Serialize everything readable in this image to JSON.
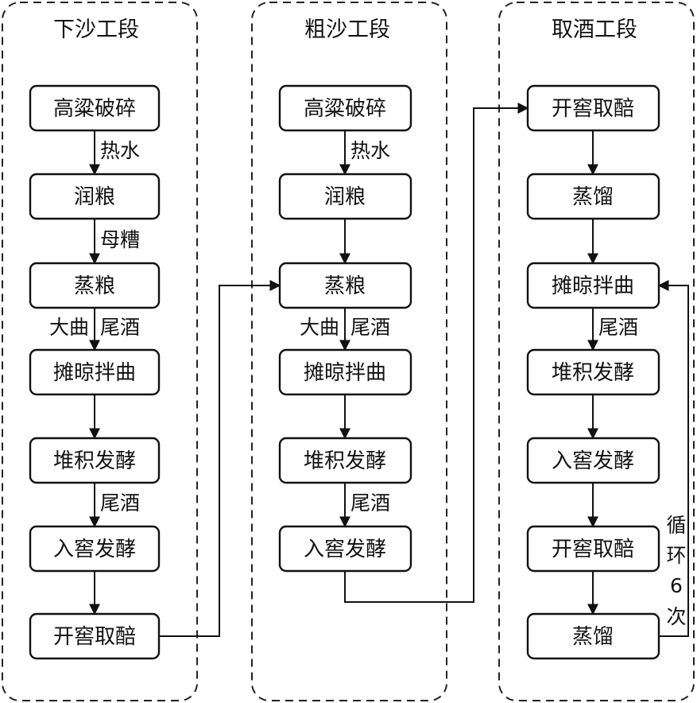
{
  "stages": [
    {
      "title": "下沙工段",
      "nodes": [
        "高粱破碎",
        "润粮",
        "蒸粮",
        "摊晾拌曲",
        "堆积发酵",
        "入窖发酵",
        "开窖取醅"
      ],
      "annotations": [
        {
          "text": "热水",
          "between": 0,
          "side": "right"
        },
        {
          "text": "母糟",
          "between": 1,
          "side": "right"
        },
        {
          "text": "大曲",
          "between": 2,
          "side": "left"
        },
        {
          "text": "尾酒",
          "between": 2,
          "side": "right"
        },
        {
          "text": "尾酒",
          "between": 4,
          "side": "right"
        }
      ]
    },
    {
      "title": "粗沙工段",
      "nodes": [
        "高粱破碎",
        "润粮",
        "蒸粮",
        "摊晾拌曲",
        "堆积发酵",
        "入窖发酵"
      ],
      "annotations": [
        {
          "text": "热水",
          "between": 0,
          "side": "right"
        },
        {
          "text": "大曲",
          "between": 2,
          "side": "left"
        },
        {
          "text": "尾酒",
          "between": 2,
          "side": "right"
        },
        {
          "text": "尾酒",
          "between": 4,
          "side": "right"
        }
      ]
    },
    {
      "title": "取酒工段",
      "nodes": [
        "开窖取醅",
        "蒸馏",
        "摊晾拌曲",
        "堆积发酵",
        "入窖发酵",
        "开窖取醅",
        "蒸馏"
      ],
      "annotations": [
        {
          "text": "尾酒",
          "between": 2,
          "side": "right"
        }
      ]
    }
  ],
  "loop": {
    "chars": [
      "循",
      "环",
      "6",
      "次"
    ]
  }
}
